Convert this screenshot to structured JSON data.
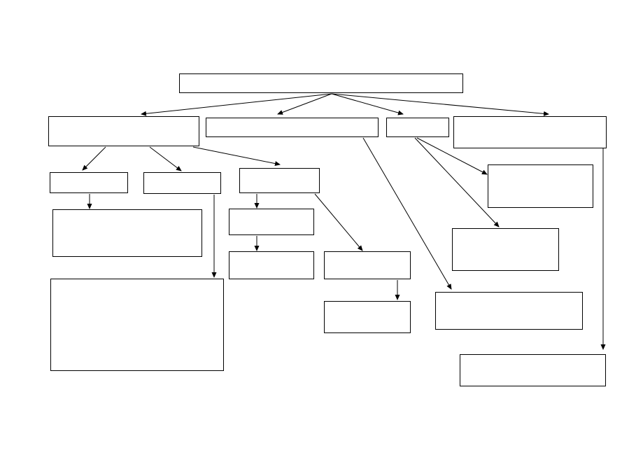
{
  "diagram": {
    "type": "hierarchy",
    "stroke_color": "#000000",
    "background_color": "#ffffff",
    "nodes": [
      {
        "id": "root",
        "text": ""
      },
      {
        "id": "l1-a",
        "text": ""
      },
      {
        "id": "l1-b",
        "text": ""
      },
      {
        "id": "l1-c",
        "text": ""
      },
      {
        "id": "l1-d",
        "text": ""
      },
      {
        "id": "a-1",
        "text": ""
      },
      {
        "id": "a-2",
        "text": ""
      },
      {
        "id": "a-3",
        "text": ""
      },
      {
        "id": "a-1-1",
        "text": ""
      },
      {
        "id": "a-2-1",
        "text": ""
      },
      {
        "id": "a-3-1",
        "text": ""
      },
      {
        "id": "a-3-1-1",
        "text": ""
      },
      {
        "id": "a-3-2",
        "text": ""
      },
      {
        "id": "a-3-2-1",
        "text": ""
      },
      {
        "id": "c-1",
        "text": ""
      },
      {
        "id": "c-2",
        "text": ""
      },
      {
        "id": "b-1",
        "text": ""
      },
      {
        "id": "d-1",
        "text": ""
      }
    ],
    "edges": [
      {
        "from": "root",
        "to": "l1-a"
      },
      {
        "from": "root",
        "to": "l1-b"
      },
      {
        "from": "root",
        "to": "l1-c"
      },
      {
        "from": "root",
        "to": "l1-d"
      },
      {
        "from": "l1-a",
        "to": "a-1"
      },
      {
        "from": "l1-a",
        "to": "a-2"
      },
      {
        "from": "l1-a",
        "to": "a-3"
      },
      {
        "from": "a-1",
        "to": "a-1-1"
      },
      {
        "from": "a-2",
        "to": "a-2-1"
      },
      {
        "from": "a-3",
        "to": "a-3-1"
      },
      {
        "from": "a-3-1",
        "to": "a-3-1-1"
      },
      {
        "from": "a-3",
        "to": "a-3-2"
      },
      {
        "from": "a-3-2",
        "to": "a-3-2-1"
      },
      {
        "from": "l1-b",
        "to": "b-1"
      },
      {
        "from": "l1-c",
        "to": "c-1"
      },
      {
        "from": "l1-c",
        "to": "c-2"
      },
      {
        "from": "l1-d",
        "to": "d-1"
      }
    ]
  }
}
